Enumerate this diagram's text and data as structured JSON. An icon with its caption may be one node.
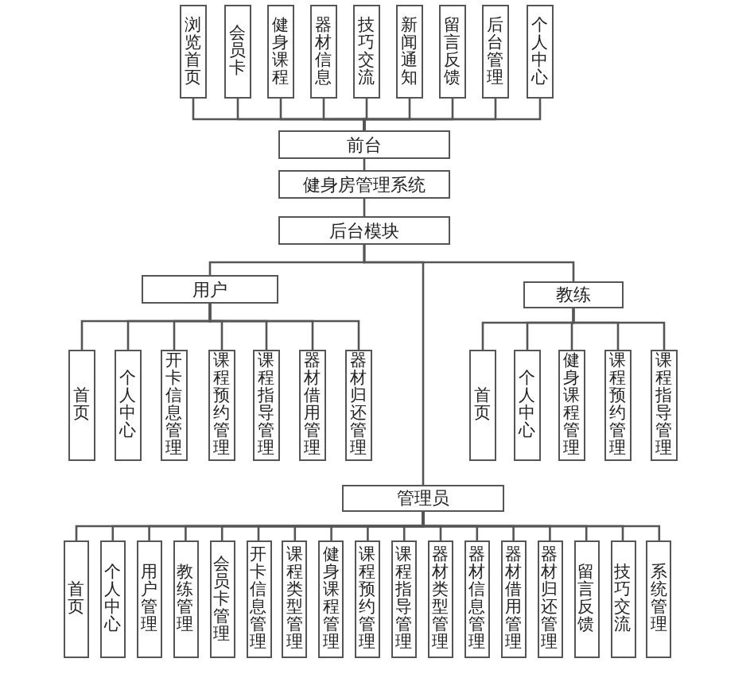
{
  "diagram": {
    "nodes": [
      {
        "text": [
          "浏览首页"
        ]
      },
      {
        "text": [
          "会员卡"
        ]
      },
      {
        "text": [
          "健身课程"
        ]
      },
      {
        "text": [
          "器材信息"
        ]
      },
      {
        "text": [
          "技巧交流"
        ]
      },
      {
        "text": [
          "新闻通知"
        ]
      },
      {
        "text": [
          "留言反馈"
        ]
      },
      {
        "text": [
          "后台管理"
        ]
      },
      {
        "text": [
          "个人中心"
        ]
      },
      {
        "text": [
          "前台"
        ]
      },
      {
        "text": [
          "健身房管理系统"
        ]
      },
      {
        "text": [
          "后台模块"
        ]
      },
      {
        "text": [
          "用户"
        ]
      },
      {
        "text": [
          "教练"
        ]
      },
      {
        "text": [
          "首页"
        ]
      },
      {
        "text": [
          "个人中心"
        ]
      },
      {
        "text": [
          "开卡信息管理"
        ]
      },
      {
        "text": [
          "课程预约管理"
        ]
      },
      {
        "text": [
          "课程指导管理"
        ]
      },
      {
        "text": [
          "器材借用管理"
        ]
      },
      {
        "text": [
          "器材归还管理"
        ]
      },
      {
        "text": [
          "首页"
        ]
      },
      {
        "text": [
          "个人中心"
        ]
      },
      {
        "text": [
          "健身课程管理"
        ]
      },
      {
        "text": [
          "课程预约管理"
        ]
      },
      {
        "text": [
          "课程指导管理"
        ]
      },
      {
        "text": [
          "管理员"
        ]
      },
      {
        "text": [
          "首页"
        ]
      },
      {
        "text": [
          "个人中心"
        ]
      },
      {
        "text": [
          "用户管理"
        ]
      },
      {
        "text": [
          "教练管理"
        ]
      },
      {
        "text": [
          "会员卡管理"
        ]
      },
      {
        "text": [
          "开卡信息管理"
        ]
      },
      {
        "text": [
          "课程类型管理"
        ]
      },
      {
        "text": [
          "健身课程管理"
        ]
      },
      {
        "text": [
          "课程预约管理"
        ]
      },
      {
        "text": [
          "课程指导管理"
        ]
      },
      {
        "text": [
          "器材类型管理"
        ]
      },
      {
        "text": [
          "器材信息管理"
        ]
      },
      {
        "text": [
          "器材借用管理"
        ]
      },
      {
        "text": [
          "器材归还管理"
        ]
      },
      {
        "text": [
          "留言反馈"
        ]
      },
      {
        "text": [
          "技巧交流"
        ]
      },
      {
        "text": [
          "系统管理"
        ]
      }
    ],
    "edges": [
      {
        "from": 9,
        "to": 0,
        "arrow": "none"
      },
      {
        "from": 9,
        "to": 1,
        "arrow": "none"
      },
      {
        "from": 9,
        "to": 2,
        "arrow": "none"
      },
      {
        "from": 9,
        "to": 3,
        "arrow": "none"
      },
      {
        "from": 9,
        "to": 4,
        "arrow": "none"
      },
      {
        "from": 9,
        "to": 5,
        "arrow": "none"
      },
      {
        "from": 9,
        "to": 6,
        "arrow": "none"
      },
      {
        "from": 9,
        "to": 7,
        "arrow": "none"
      },
      {
        "from": 9,
        "to": 8,
        "arrow": "none"
      },
      {
        "from": 9,
        "to": 10,
        "arrow": "none"
      },
      {
        "from": 10,
        "to": 11,
        "arrow": "none"
      },
      {
        "from": 11,
        "to": 12,
        "arrow": "none"
      },
      {
        "from": 11,
        "to": 13,
        "arrow": "none"
      },
      {
        "from": 11,
        "to": 26,
        "arrow": "none"
      },
      {
        "from": 12,
        "to": 14,
        "arrow": "none"
      },
      {
        "from": 12,
        "to": 15,
        "arrow": "none"
      },
      {
        "from": 12,
        "to": 16,
        "arrow": "none"
      },
      {
        "from": 12,
        "to": 17,
        "arrow": "none"
      },
      {
        "from": 12,
        "to": 18,
        "arrow": "none"
      },
      {
        "from": 12,
        "to": 19,
        "arrow": "none"
      },
      {
        "from": 12,
        "to": 20,
        "arrow": "none"
      },
      {
        "from": 13,
        "to": 21,
        "arrow": "none"
      },
      {
        "from": 13,
        "to": 22,
        "arrow": "none"
      },
      {
        "from": 13,
        "to": 23,
        "arrow": "none"
      },
      {
        "from": 13,
        "to": 24,
        "arrow": "none"
      },
      {
        "from": 13,
        "to": 25,
        "arrow": "none"
      },
      {
        "from": 26,
        "to": 27,
        "arrow": "none"
      },
      {
        "from": 26,
        "to": 28,
        "arrow": "none"
      },
      {
        "from": 26,
        "to": 29,
        "arrow": "none"
      },
      {
        "from": 26,
        "to": 30,
        "arrow": "none"
      },
      {
        "from": 26,
        "to": 31,
        "arrow": "none"
      },
      {
        "from": 26,
        "to": 32,
        "arrow": "none"
      },
      {
        "from": 26,
        "to": 33,
        "arrow": "none"
      },
      {
        "from": 26,
        "to": 34,
        "arrow": "none"
      },
      {
        "from": 26,
        "to": 35,
        "arrow": "none"
      },
      {
        "from": 26,
        "to": 36,
        "arrow": "none"
      },
      {
        "from": 26,
        "to": 37,
        "arrow": "none"
      },
      {
        "from": 26,
        "to": 38,
        "arrow": "none"
      },
      {
        "from": 26,
        "to": 39,
        "arrow": "none"
      },
      {
        "from": 26,
        "to": 40,
        "arrow": "none"
      },
      {
        "from": 26,
        "to": 41,
        "arrow": "none"
      },
      {
        "from": 26,
        "to": 42,
        "arrow": "none"
      },
      {
        "from": 26,
        "to": 43,
        "arrow": "none"
      }
    ]
  }
}
